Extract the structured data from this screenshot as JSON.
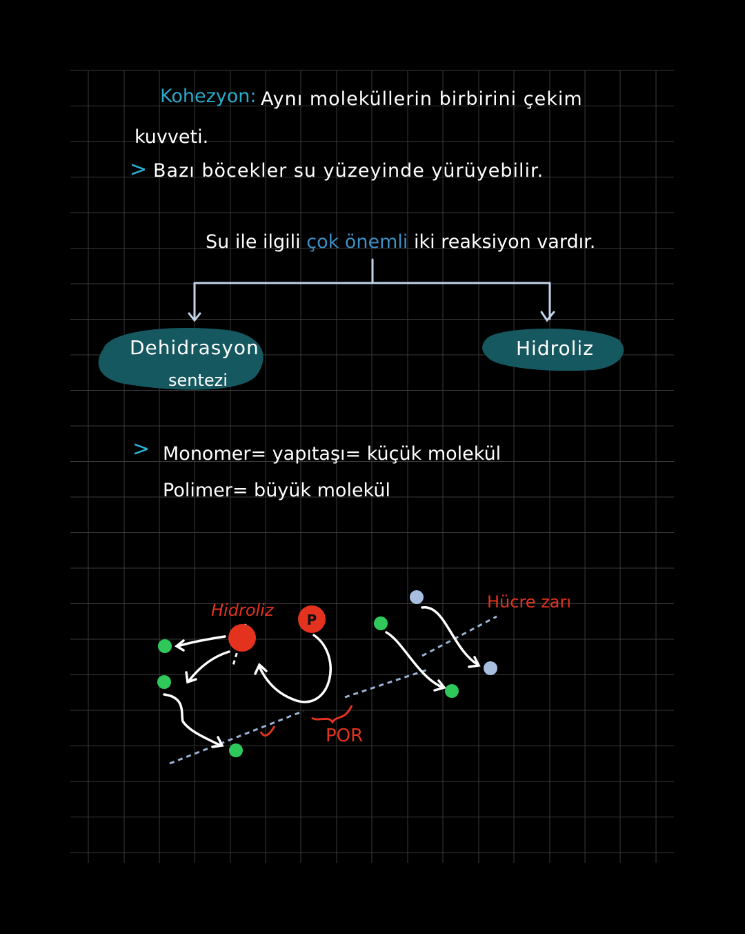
{
  "notes": {
    "line1_term": "Kohezyon:",
    "line1_rest": "Aynı moleküllerin birbirini çekim",
    "line2": "kuvveti.",
    "bullet_mark": ">",
    "line3": "Bazı böcekler su yüzeyinde yürüyebilir.",
    "reaction_pre": "Su ile ilgili",
    "reaction_highlight": "çok önemli",
    "reaction_post": "iki reaksiyon vardır.",
    "left_branch_line1": "Dehidrasyon",
    "left_branch_line2": "sentezi",
    "right_branch": "Hidroliz",
    "monomer_line": "Monomer= yapıtaşı= küçük molekül",
    "polimer_line": "Polimer= büyük molekül"
  },
  "diagram": {
    "label_hidroliz": "Hidroliz",
    "label_phosphate": "P",
    "label_membrane": "Hücre zarı",
    "label_por": "POR",
    "colors": {
      "green": "#2fc95b",
      "red": "#e3331f",
      "lightblue": "#a8bedf",
      "teal": "#15585f",
      "cyan": "#2aa9c9",
      "membrane": "#9bb3d6"
    }
  }
}
